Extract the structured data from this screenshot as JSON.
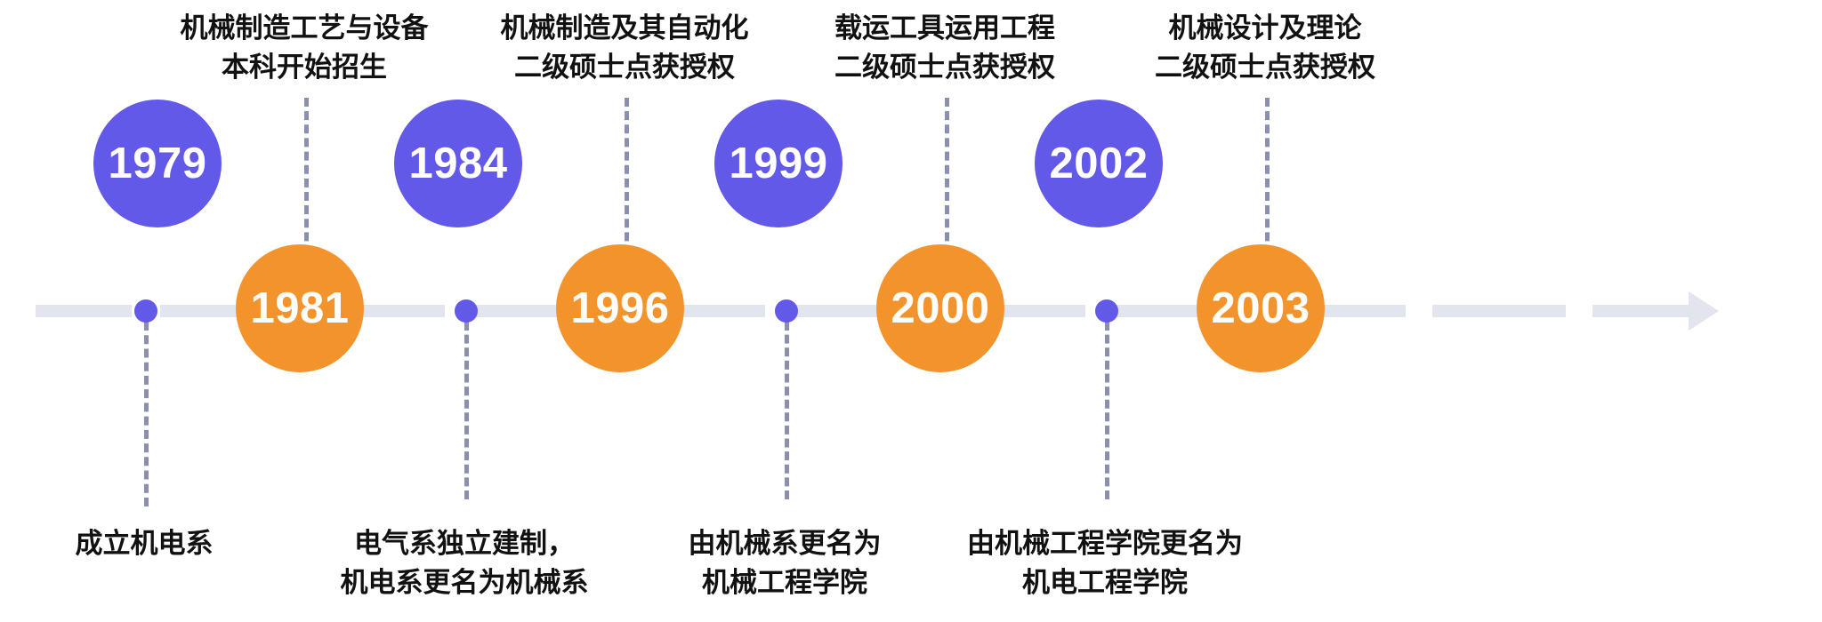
{
  "theme": {
    "purple": "#6359e9",
    "orange": "#f3932b",
    "axis": "#e2e4ee",
    "dash": "#8a8fae",
    "text": "#111111",
    "background": "#ffffff"
  },
  "timeline": {
    "orientation": "horizontal",
    "arrow_direction": "right",
    "events": [
      {
        "id": "e1979",
        "year": "1979",
        "color": "purple",
        "side": "above",
        "caption_position": "below",
        "caption_lines": [
          "成立机电系"
        ]
      },
      {
        "id": "e1981",
        "year": "1981",
        "color": "orange",
        "side": "below",
        "caption_position": "above",
        "caption_lines": [
          "机械制造工艺与设备",
          "本科开始招生"
        ]
      },
      {
        "id": "e1984",
        "year": "1984",
        "color": "purple",
        "side": "above",
        "caption_position": "below",
        "caption_lines": [
          "电气系独立建制，",
          "机电系更名为机械系"
        ]
      },
      {
        "id": "e1996",
        "year": "1996",
        "color": "orange",
        "side": "below",
        "caption_position": "above",
        "caption_lines": [
          "机械制造及其自动化",
          "二级硕士点获授权"
        ]
      },
      {
        "id": "e1999",
        "year": "1999",
        "color": "purple",
        "side": "above",
        "caption_position": "below",
        "caption_lines": [
          "由机械系更名为",
          "机械工程学院"
        ]
      },
      {
        "id": "e2000",
        "year": "2000",
        "color": "orange",
        "side": "below",
        "caption_position": "above",
        "caption_lines": [
          "载运工具运用工程",
          "二级硕士点获授权"
        ]
      },
      {
        "id": "e2002",
        "year": "2002",
        "color": "purple",
        "side": "above",
        "caption_position": "below",
        "caption_lines": [
          "由机械工程学院更名为",
          "机电工程学院"
        ]
      },
      {
        "id": "e2003",
        "year": "2003",
        "color": "orange",
        "side": "below",
        "caption_position": "above",
        "caption_lines": [
          "机械设计及理论",
          "二级硕士点获授权"
        ]
      }
    ]
  },
  "bubbles": {
    "y1979": "1979",
    "y1981": "1981",
    "y1984": "1984",
    "y1996": "1996",
    "y1999": "1999",
    "y2000": "2000",
    "y2002": "2002",
    "y2003": "2003"
  },
  "captions": {
    "c1981": "机械制造工艺与设备\n本科开始招生",
    "c1996": "机械制造及其自动化\n二级硕士点获授权",
    "c2000": "载运工具运用工程\n二级硕士点获授权",
    "c2003": "机械设计及理论\n二级硕士点获授权",
    "c1979": "成立机电系",
    "c1984": "电气系独立建制，\n机电系更名为机械系",
    "c1999": "由机械系更名为\n机械工程学院",
    "c2002": "由机械工程学院更名为\n机电工程学院"
  }
}
